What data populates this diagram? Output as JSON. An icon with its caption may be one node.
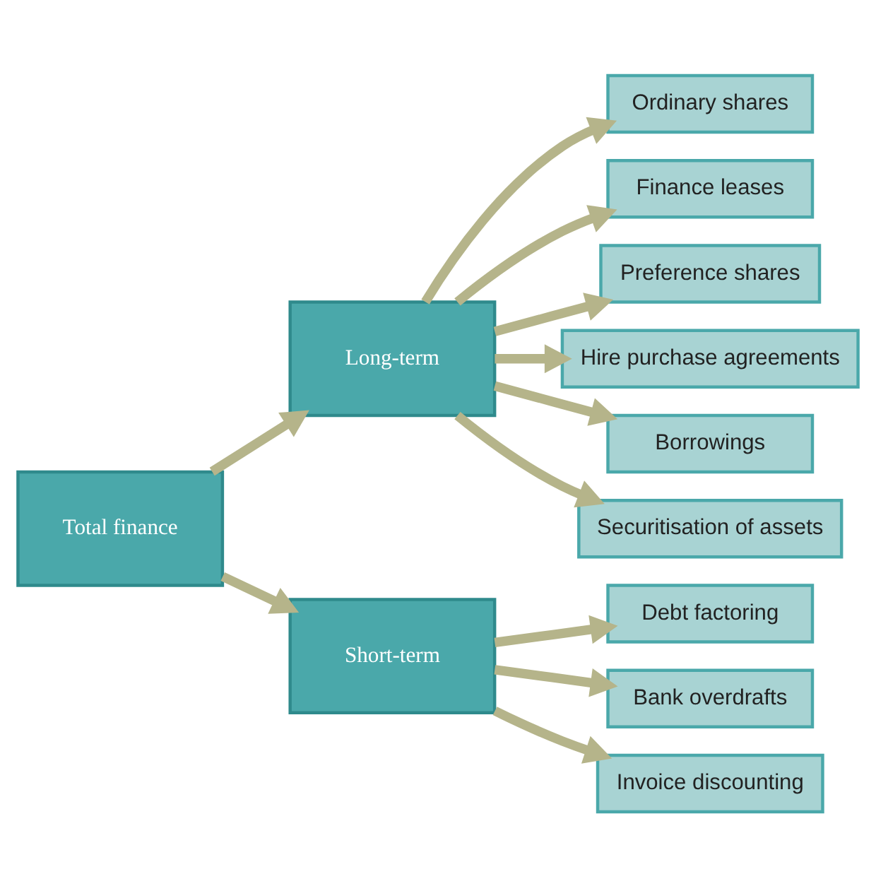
{
  "diagram": {
    "nodes": [
      {
        "text": [
          "Ordinary shares"
        ]
      },
      {
        "text": [
          "Long-term"
        ]
      },
      {
        "text": [
          "Finance leases"
        ]
      },
      {
        "text": [
          "Preference shares"
        ]
      },
      {
        "text": [
          "Hire purchase agreements"
        ]
      },
      {
        "text": [
          "Borrowings"
        ]
      },
      {
        "text": [
          "Securitisation of assets"
        ]
      },
      {
        "text": [
          "Total finance"
        ]
      },
      {
        "text": [
          "Short-term"
        ]
      },
      {
        "text": [
          "Debt factoring"
        ]
      },
      {
        "text": [
          "Bank overdrafts"
        ]
      },
      {
        "text": [
          "Invoice discounting"
        ]
      }
    ],
    "edges": [
      {
        "from": 7,
        "to": 1,
        "arrow": "to"
      },
      {
        "from": 7,
        "to": 8,
        "arrow": "to"
      },
      {
        "from": 1,
        "to": 0,
        "arrow": "to"
      },
      {
        "from": 1,
        "to": 3,
        "arrow": "to"
      },
      {
        "from": 1,
        "to": 5,
        "arrow": "to"
      },
      {
        "from": 1,
        "to": 2,
        "arrow": "to"
      },
      {
        "from": 1,
        "to": 4,
        "arrow": "to"
      },
      {
        "from": 1,
        "to": 6,
        "arrow": "to"
      },
      {
        "from": 8,
        "to": 10,
        "arrow": "to"
      },
      {
        "from": 8,
        "to": 9,
        "arrow": "to"
      },
      {
        "from": 8,
        "to": 11,
        "arrow": "to"
      }
    ]
  }
}
